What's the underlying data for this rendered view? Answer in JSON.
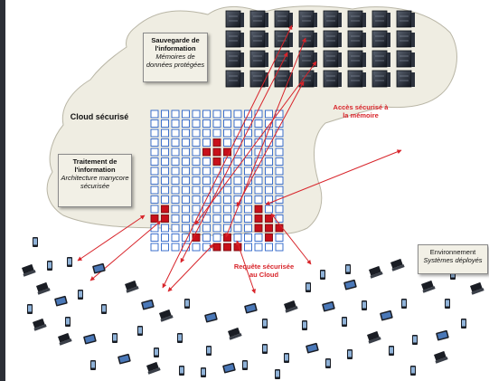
{
  "storage_box": {
    "title": "Sauvegarde de l'information",
    "subtitle": "Mémoires de données protégées"
  },
  "cloud_label": "Cloud sécurisé",
  "access_label": "Accès sécurisé à la mémoire",
  "processing_box": {
    "title": "Traitement de l'information",
    "subtitle": "Architecture manycore sécurisée"
  },
  "request_label": "Requête sécurisée au Cloud",
  "environment_box": {
    "title": "Environnement",
    "subtitle": "Systèmes déployés"
  },
  "colors": {
    "cloud": "#efede2",
    "core": "#2a62c8",
    "active_core": "#c8101a",
    "arrow": "#d8242a",
    "server": "#1e2430"
  }
}
